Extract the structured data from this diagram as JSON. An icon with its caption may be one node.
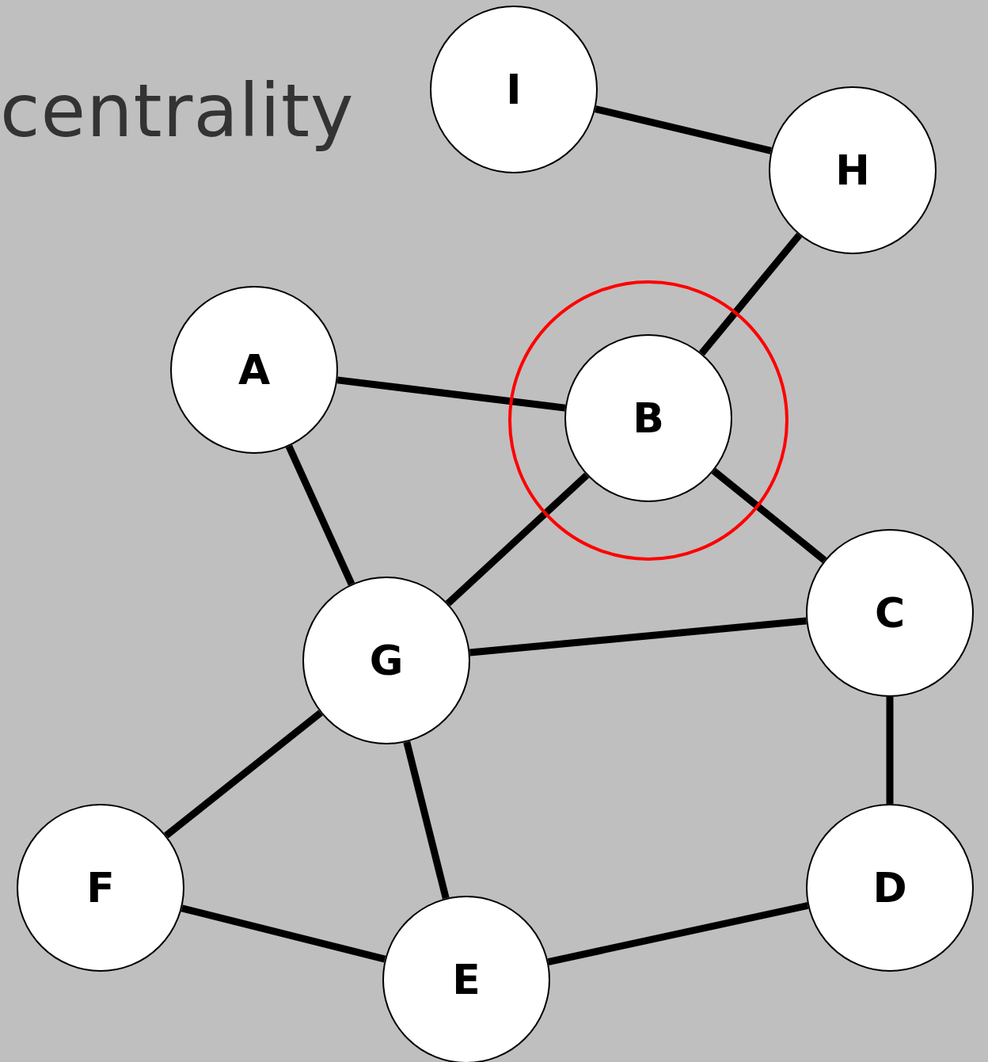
{
  "diagram": {
    "title": "centrality",
    "nodes": [
      {
        "text": [
          "I"
        ]
      },
      {
        "text": [
          "H"
        ]
      },
      {
        "text": [
          "A"
        ]
      },
      {
        "text": [],
        "shape": "circle"
      },
      {
        "text": [
          "B"
        ],
        "in": 3
      },
      {
        "text": [
          "C"
        ]
      },
      {
        "text": [
          "G"
        ]
      },
      {
        "text": [
          "F"
        ]
      },
      {
        "text": [
          "D"
        ]
      },
      {
        "text": [
          "E"
        ]
      }
    ],
    "edges": [
      {
        "from": 0,
        "to": 1,
        "arrow": "none"
      },
      {
        "from": 1,
        "to": 4,
        "arrow": "none"
      },
      {
        "from": 2,
        "to": 4,
        "arrow": "none"
      },
      {
        "from": 2,
        "to": 6,
        "arrow": "none"
      },
      {
        "from": 4,
        "to": 6,
        "arrow": "none"
      },
      {
        "from": 4,
        "to": 5,
        "arrow": "none"
      },
      {
        "from": 6,
        "to": 5,
        "arrow": "none"
      },
      {
        "from": 5,
        "to": 8,
        "arrow": "none"
      },
      {
        "from": 6,
        "to": 7,
        "arrow": "none"
      },
      {
        "from": 6,
        "to": 9,
        "arrow": "none"
      },
      {
        "from": 7,
        "to": 9,
        "arrow": "none"
      },
      {
        "from": 9,
        "to": 8,
        "arrow": "none"
      }
    ]
  }
}
